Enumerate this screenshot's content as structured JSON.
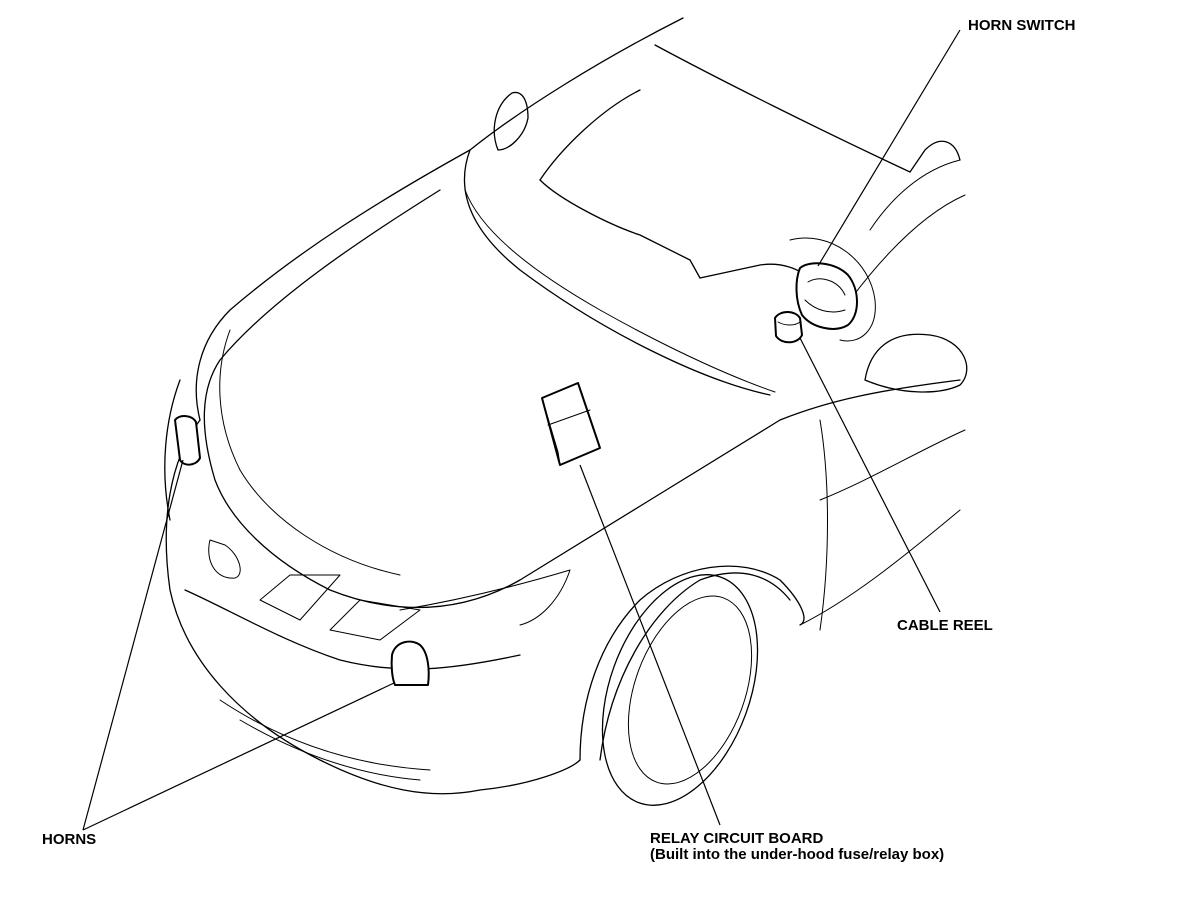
{
  "labels": {
    "horn_switch": "HORN SWITCH",
    "cable_reel": "CABLE REEL",
    "horns": "HORNS",
    "relay_line1": "RELAY CIRCUIT BOARD",
    "relay_line2": "(Built into the under-hood fuse/relay box)"
  }
}
